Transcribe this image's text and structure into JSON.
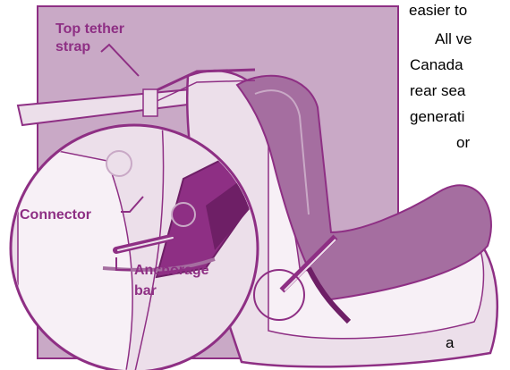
{
  "illustration": {
    "labels": {
      "top_tether": [
        "Top tether",
        "strap"
      ],
      "connector": "Connector",
      "anchorage": [
        "Anchorage",
        "bar"
      ]
    },
    "colors": {
      "purple": "#8e2f84",
      "dark_purple": "#6e1f66",
      "mauve": "#a56ea0",
      "panel": "#c9a9c6",
      "light": "#ecdfea",
      "lighter": "#f7f0f6"
    }
  },
  "text_fragments": [
    "easier to",
    "All ve",
    "Canada",
    "rear sea",
    "generati",
    "or",
    "a"
  ]
}
